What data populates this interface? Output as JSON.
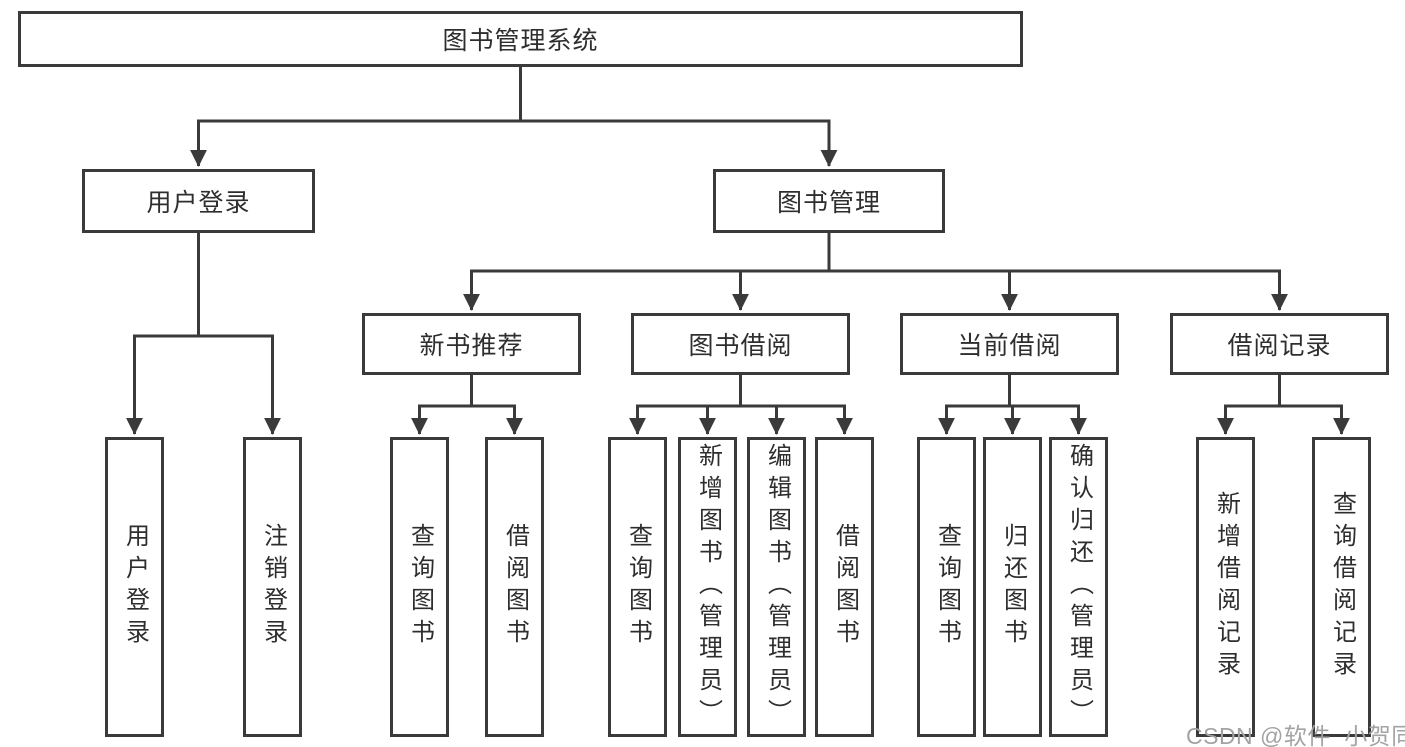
{
  "tree": {
    "root": {
      "label": "图书管理系统"
    },
    "children": [
      {
        "label": "用户登录",
        "children": [
          {
            "label": "用户登录"
          },
          {
            "label": "注销登录"
          }
        ]
      },
      {
        "label": "图书管理",
        "children": [
          {
            "label": "新书推荐",
            "children": [
              {
                "label": "查询图书"
              },
              {
                "label": "借阅图书"
              }
            ]
          },
          {
            "label": "图书借阅",
            "children": [
              {
                "label": "查询图书"
              },
              {
                "label": "新增图书（管理员）"
              },
              {
                "label": "编辑图书（管理员）"
              },
              {
                "label": "借阅图书"
              }
            ]
          },
          {
            "label": "当前借阅",
            "children": [
              {
                "label": "查询图书"
              },
              {
                "label": "归还图书"
              },
              {
                "label": "确认归还（管理员）"
              }
            ]
          },
          {
            "label": "借阅记录",
            "children": [
              {
                "label": "新增借阅记录"
              },
              {
                "label": "查询借阅记录"
              }
            ]
          }
        ]
      }
    ]
  },
  "watermark": {
    "text": "CSDN @软件_小贺同学"
  },
  "colors": {
    "line": "#3a3a3a",
    "box_border": "#3a3a3a",
    "text": "#2e2e2e",
    "background": "#ffffff",
    "watermark": "#a3a3a3"
  }
}
